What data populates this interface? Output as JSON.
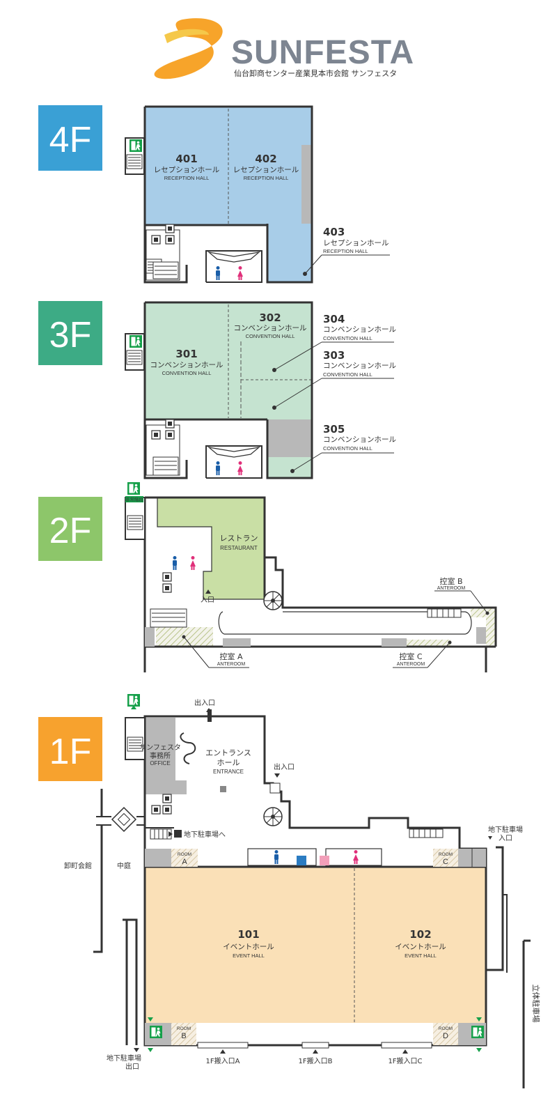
{
  "logo": {
    "brand": "SUNFESTA",
    "tagline": "仙台卸商センター産業見本市会館 サンフェスタ"
  },
  "colors": {
    "floor4": "#3aa0d5",
    "floor3": "#3dab85",
    "floor2": "#8dc66a",
    "floor1": "#f7a22e",
    "hall4": "#a8cde8",
    "hall3": "#c5e3d0",
    "hall2": "#c9dfa5",
    "hall1": "#fae0b7",
    "grey": "#b8b8b8",
    "exit": "#16a04a",
    "male": "#1a5ea8",
    "female": "#e0307a"
  },
  "floors": [
    {
      "label": "4F",
      "rooms": [
        {
          "num": "401",
          "jp": "レセプションホール",
          "en": "RECEPTION HALL"
        },
        {
          "num": "402",
          "jp": "レセプションホール",
          "en": "RECEPTION HALL"
        },
        {
          "num": "403",
          "jp": "レセプションホール",
          "en": "RECEPTION HALL"
        }
      ]
    },
    {
      "label": "3F",
      "rooms": [
        {
          "num": "301",
          "jp": "コンベンションホール",
          "en": "CONVENTION HALL"
        },
        {
          "num": "302",
          "jp": "コンベンションホール",
          "en": "CONVENTION HALL"
        },
        {
          "num": "304",
          "jp": "コンベンションホール",
          "en": "CONVENTION HALL"
        },
        {
          "num": "303",
          "jp": "コンベンションホール",
          "en": "CONVENTION HALL"
        },
        {
          "num": "305",
          "jp": "コンベンションホール",
          "en": "CONVENTION HALL"
        }
      ]
    },
    {
      "label": "2F",
      "exit_sign": "非常階段",
      "restaurant": {
        "jp": "レストラン",
        "en": "RESTAURANT"
      },
      "entrance": "入口",
      "anterooms": [
        {
          "jp": "控室 B",
          "en": "ANTEROOM"
        },
        {
          "jp": "控室 A",
          "en": "ANTEROOM"
        },
        {
          "jp": "控室 C",
          "en": "ANTEROOM"
        }
      ]
    },
    {
      "label": "1F",
      "office": {
        "jp1": "サンフェスタ",
        "jp2": "事務所",
        "en": "OFFICE"
      },
      "entrance_hall": {
        "jp1": "エントランス",
        "jp2": "ホール",
        "en": "ENTRANCE"
      },
      "doors": [
        "出入口",
        "出入口"
      ],
      "parking_to": "地下駐車場へ",
      "parking_entrance": [
        "地下駐車場",
        "入口"
      ],
      "parking_exit": [
        "地下駐車場",
        "出口"
      ],
      "oroshimachi": "卸町会館",
      "courtyard": "中庭",
      "multi_parking": "立体駐車場",
      "halls": [
        {
          "num": "101",
          "jp": "イベントホール",
          "en": "EVENT HALL"
        },
        {
          "num": "102",
          "jp": "イベントホール",
          "en": "EVENT HALL"
        }
      ],
      "rooms": [
        {
          "word": "ROOM",
          "letter": "A"
        },
        {
          "word": "ROOM",
          "letter": "C"
        },
        {
          "word": "ROOM",
          "letter": "B"
        },
        {
          "word": "ROOM",
          "letter": "D"
        }
      ],
      "loading": [
        "1F搬入口A",
        "1F搬入口B",
        "1F搬入口C"
      ]
    }
  ]
}
